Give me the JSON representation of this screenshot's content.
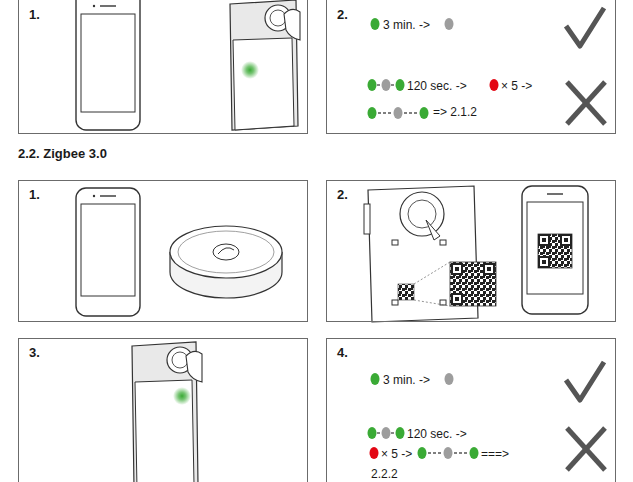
{
  "diagram": {
    "title": "2.2. Zigbee 3.0",
    "nodes": [
      {
        "text": [
          "1."
        ]
      },
      {
        "text": [
          "2.",
          "3 min. ->",
          "120 sec. ->",
          "× 5 ->",
          "=> 2.1.2"
        ]
      },
      {
        "text": [
          "1."
        ]
      },
      {
        "text": [
          "2."
        ]
      },
      {
        "text": [
          "3."
        ]
      },
      {
        "text": [
          "4.",
          "3 min. ->",
          "120 sec. ->",
          "× 5 ->",
          "===>",
          "2.2.2"
        ]
      }
    ]
  }
}
